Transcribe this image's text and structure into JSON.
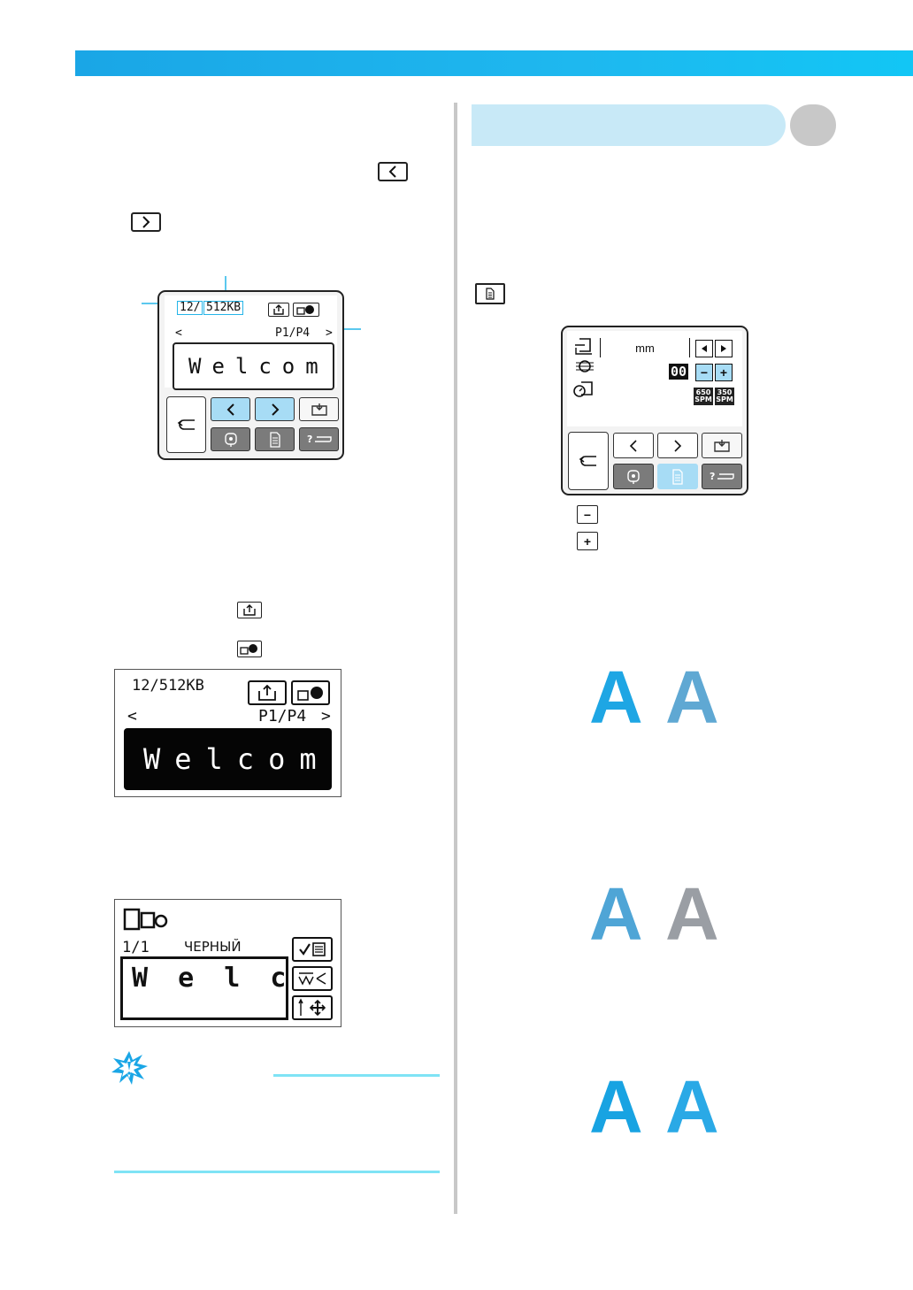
{
  "left": {
    "panel1": {
      "count": "12/",
      "capacity": "512KB",
      "page": "P1/P4",
      "prev_arrow": "<",
      "next_arrow": ">",
      "message": "Welcom"
    },
    "lcd2": {
      "count": "12/512KB",
      "page": "P1/P4",
      "prev_arrow": "<",
      "next_arrow": ">",
      "message": "Welcom"
    },
    "lcd3": {
      "page": "1/1",
      "color_name": "ЧЕРНЫЙ",
      "message": "W e l c"
    }
  },
  "right": {
    "panel": {
      "unit_label": "mm",
      "value": "00",
      "minus": "−",
      "plus": "+",
      "speed_high": "650 SPM",
      "speed_low": "350 SPM"
    },
    "letters": [
      {
        "left": "A",
        "right": "A"
      },
      {
        "left": "A",
        "right": "A"
      },
      {
        "left": "A",
        "right": "A"
      }
    ]
  },
  "colors": {
    "accent": "#1aa6e6",
    "button_blue": "#a7dcf5",
    "tab_gray": "#7b7b7b",
    "note_line": "#7fe3f5"
  }
}
